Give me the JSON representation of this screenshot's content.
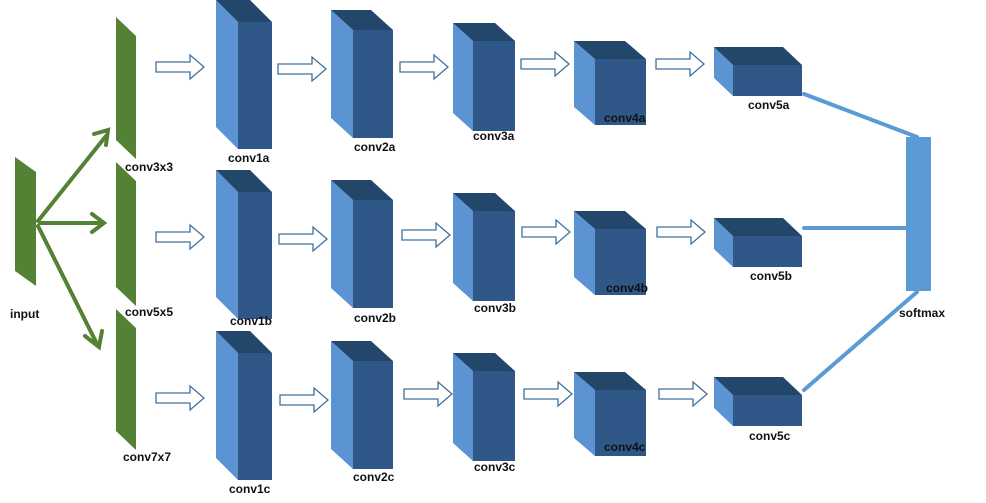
{
  "labels": {
    "input": "input",
    "conv3x3": "conv3x3",
    "conv5x5": "conv5x5",
    "conv7x7": "conv7x7",
    "softmax": "softmax",
    "branch_a": [
      "conv1a",
      "conv2a",
      "conv3a",
      "conv4a",
      "conv5a"
    ],
    "branch_b": [
      "conv1b",
      "conv2b",
      "conv3b",
      "conv4b",
      "conv5b"
    ],
    "branch_c": [
      "conv1c",
      "conv2c",
      "conv3c",
      "conv4c",
      "conv5c"
    ]
  },
  "colors": {
    "green": "#548235",
    "cube_front": "#2f5888",
    "cube_side": "#5b93d3",
    "cube_top": "#23466b",
    "softmax": "#5b9bd5",
    "block_arrow": "#41719c"
  }
}
